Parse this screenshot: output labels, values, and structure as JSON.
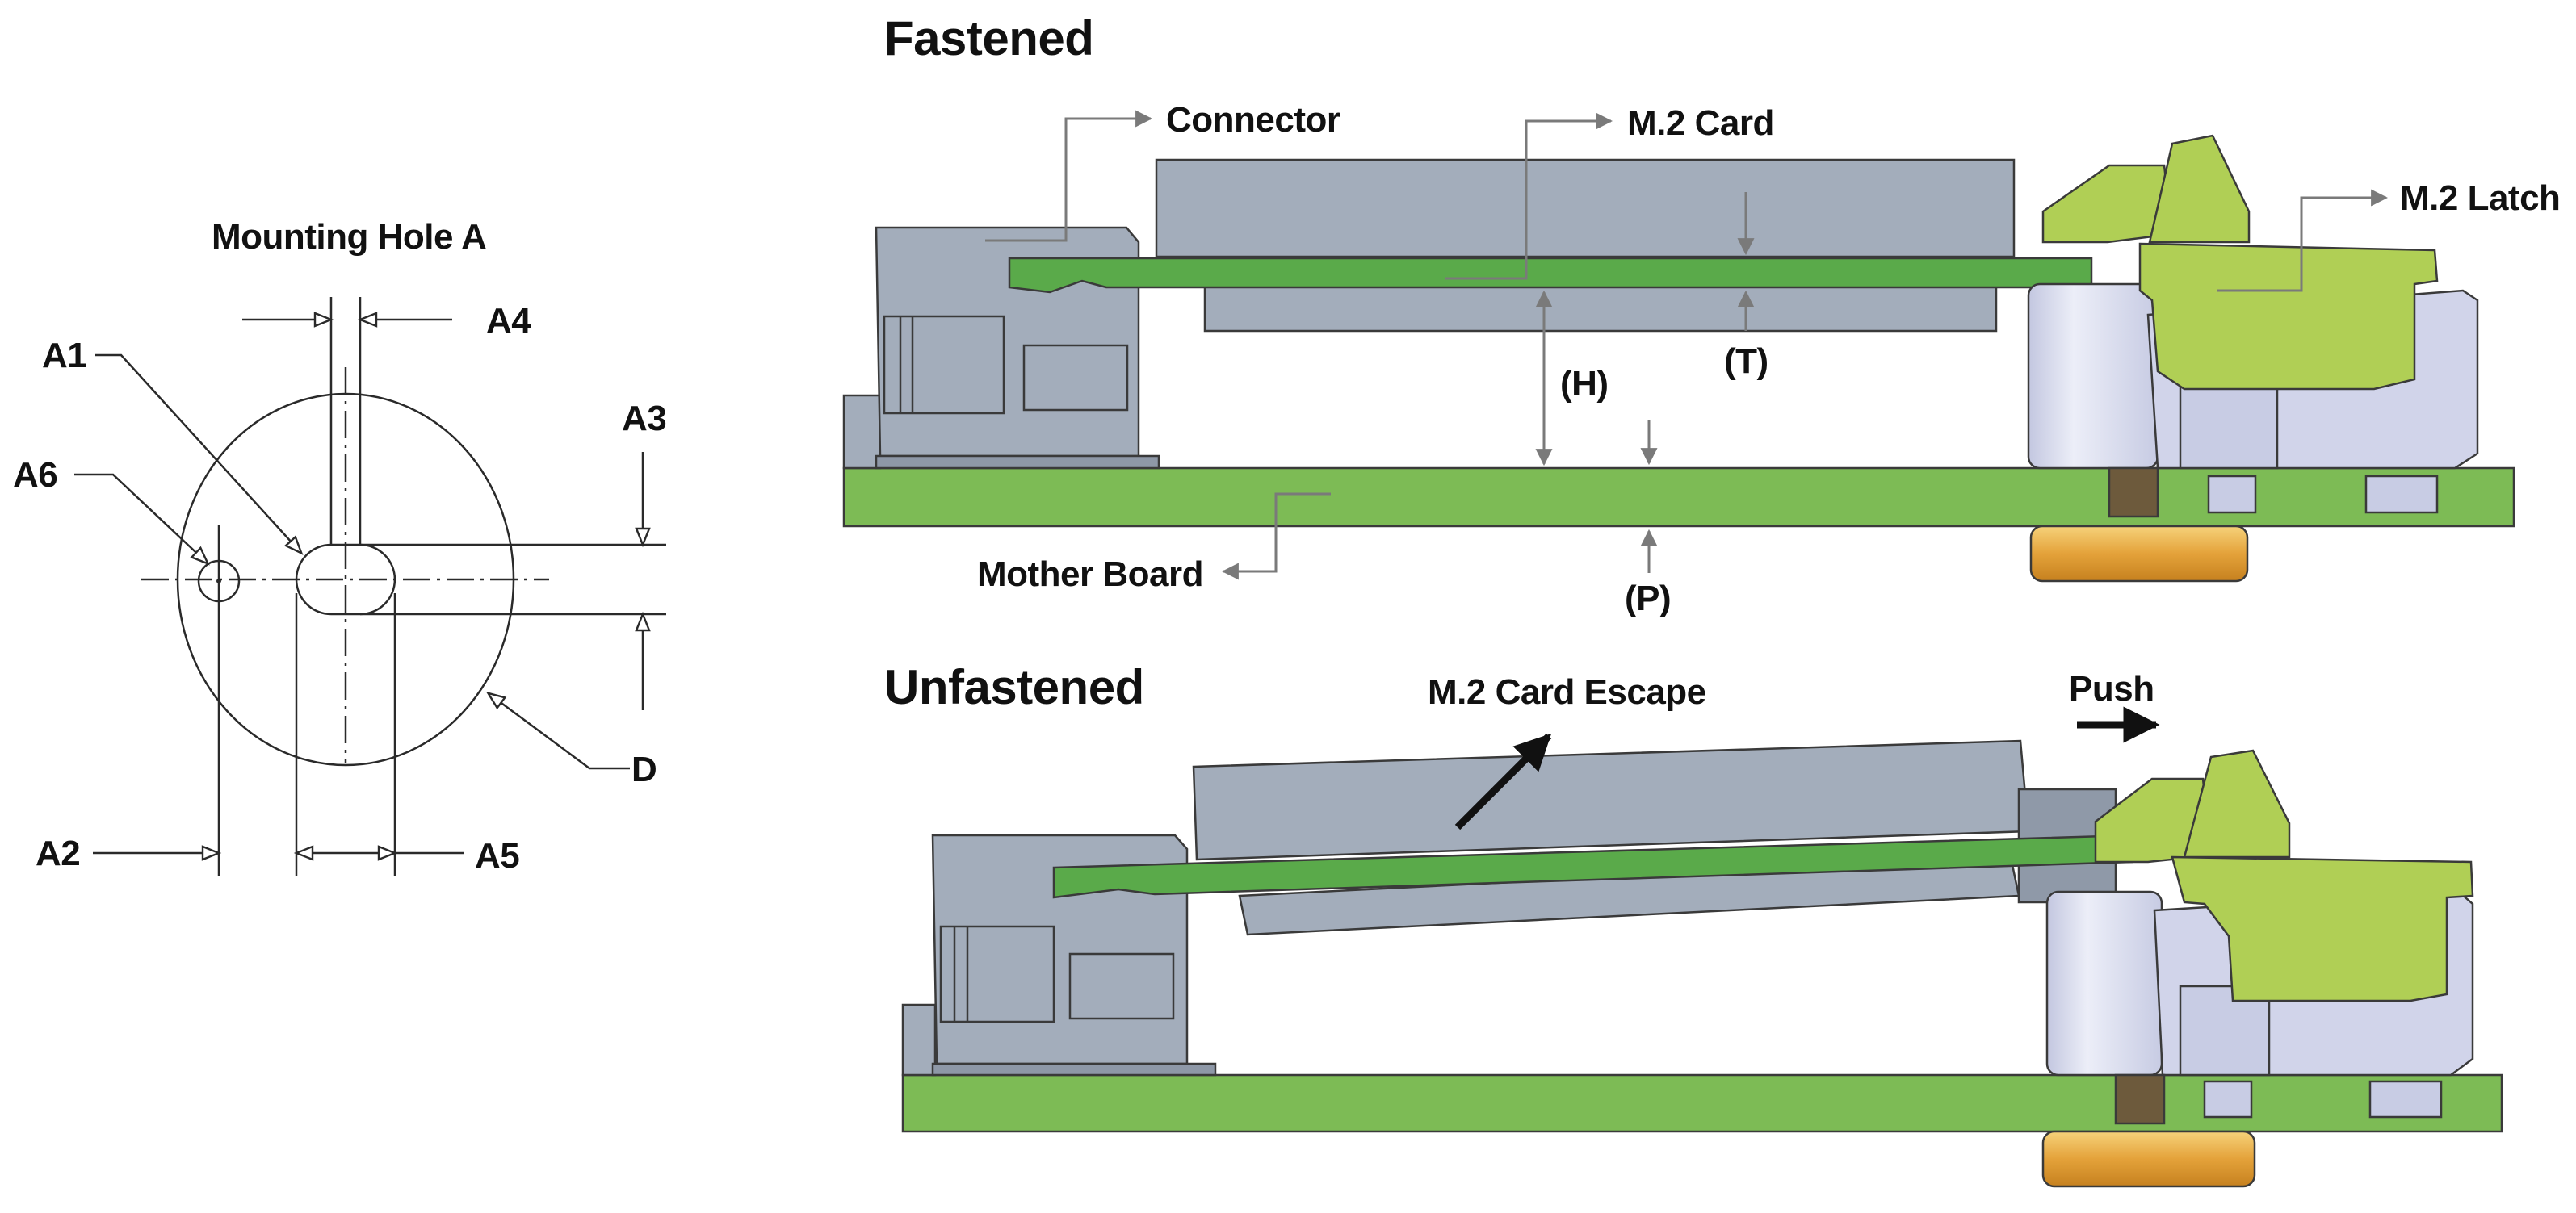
{
  "mounting_hole": {
    "title": "Mounting Hole A",
    "labels": {
      "a1": "A1",
      "a2": "A2",
      "a3": "A3",
      "a4": "A4",
      "a5": "A5",
      "a6": "A6",
      "d": "D"
    }
  },
  "fastened": {
    "title": "Fastened",
    "labels": {
      "connector": "Connector",
      "m2_card": "M.2 Card",
      "m2_latch": "M.2 Latch",
      "mother_board": "Mother Board",
      "h": "(H)",
      "t": "(T)",
      "p": "(P)"
    }
  },
  "unfastened": {
    "title": "Unfastened",
    "labels": {
      "escape": "M.2 Card Escape",
      "push": "Push"
    }
  },
  "colors": {
    "board_green": "#7dbb55",
    "card_green": "#5aaa4a",
    "latch_green": "#b0cf55",
    "part_gray": "#a3adbb",
    "standoff_lavender": "#d5d8ec",
    "nut_gold": "#e7a73a"
  }
}
